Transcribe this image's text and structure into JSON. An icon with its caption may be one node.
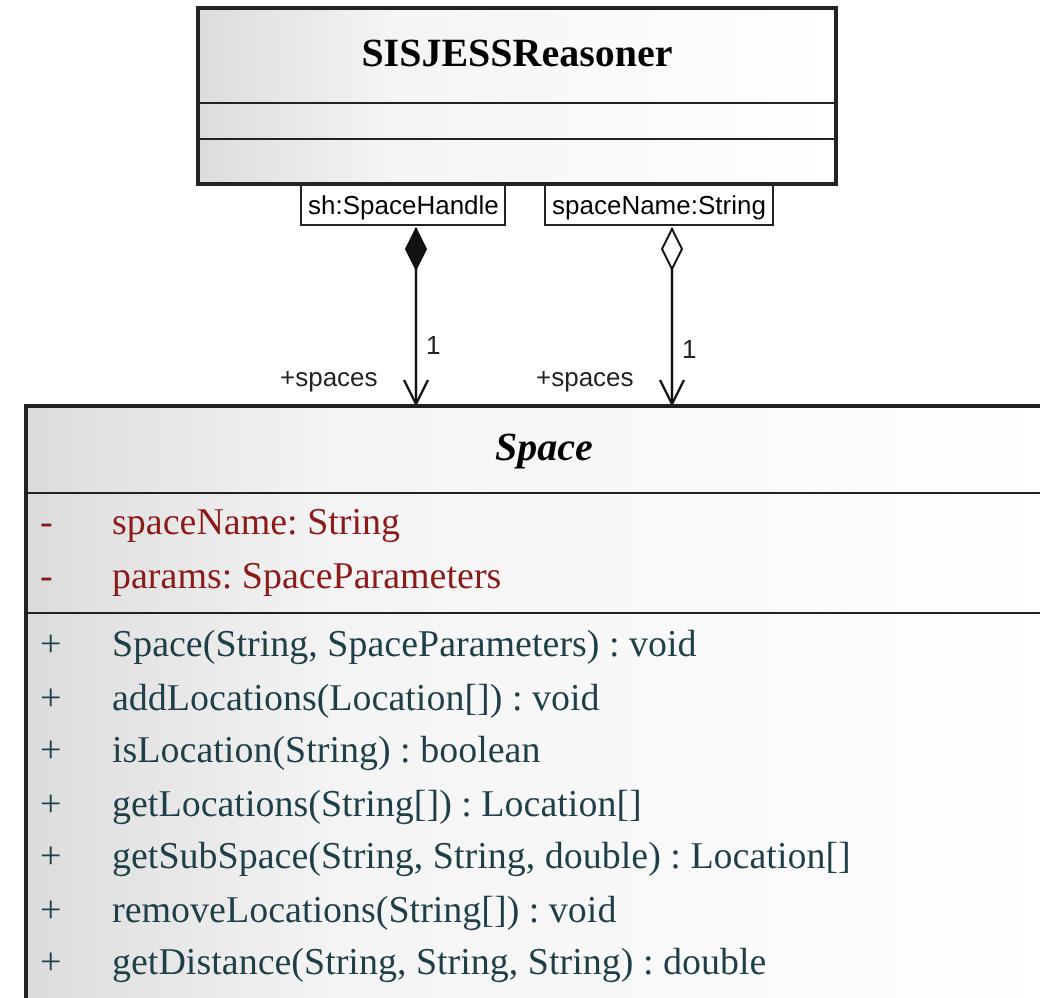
{
  "diagram": {
    "nodes": [
      {
        "text": [
          "SISJESSReasoner"
        ]
      },
      {
        "text": [
          "sh:SpaceHandle"
        ]
      },
      {
        "text": [
          "spaceName:String"
        ]
      },
      {
        "text": [
          "Space",
          "-",
          "spaceName:  String",
          "-",
          "params:  SpaceParameters",
          "+",
          "Space(String, SpaceParameters) : void",
          "+",
          "addLocations(Location[]) : void",
          "+",
          "isLocation(String) : boolean",
          "+",
          "getLocations(String[]) : Location[]",
          "+",
          "getSubSpace(String, String, double) : Location[]",
          "+",
          "removeLocations(String[]) : void",
          "+",
          "getDistance(String, String, String) : double"
        ]
      }
    ],
    "edges": [
      {
        "from": 1,
        "to": 3,
        "arrow": "to",
        "label": "1"
      },
      {
        "from": 2,
        "to": 3,
        "arrow": "to",
        "label": "1"
      }
    ],
    "labels": [
      "+spaces",
      "+spaces"
    ]
  }
}
